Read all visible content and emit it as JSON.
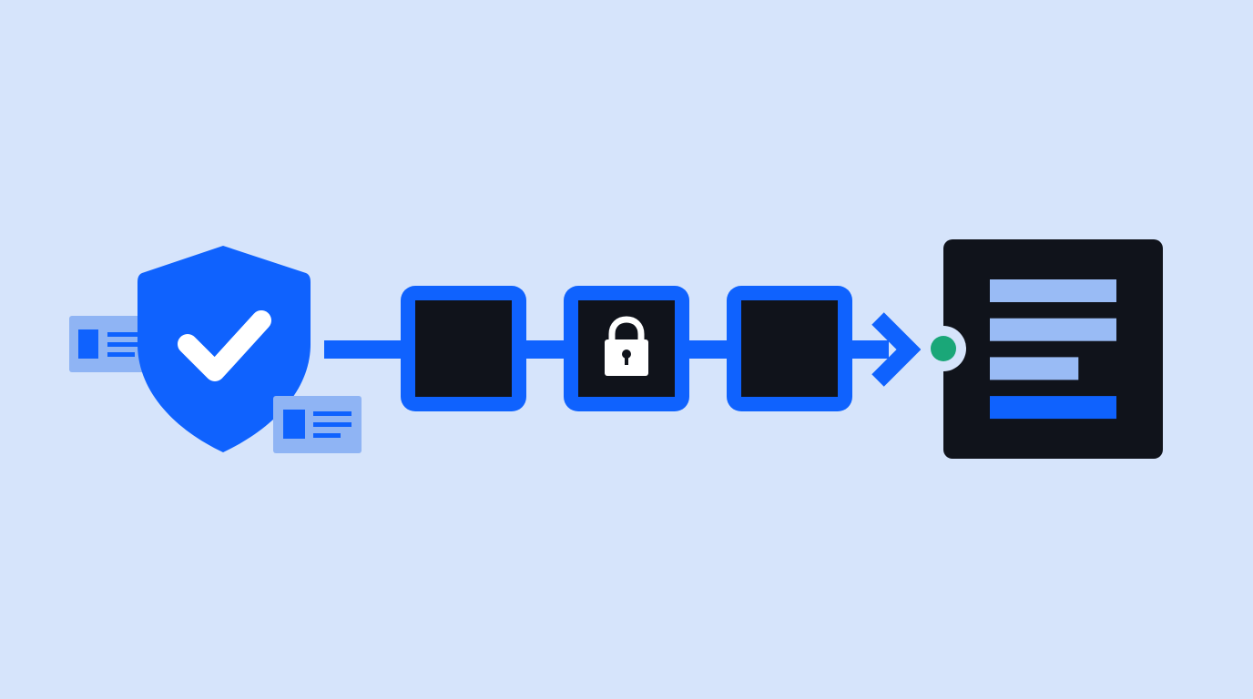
{
  "colors": {
    "background": "#d6e4fb",
    "primary_blue": "#0f62fe",
    "dark_fill": "#10131b",
    "light_blue": "#99bbf5",
    "card_blue": "#8fb4f4",
    "status_green": "#1aa778",
    "white": "#ffffff"
  },
  "icons": {
    "shield": "shield-check-icon",
    "cards": "id-card-icon",
    "lock": "padlock-icon",
    "arrow": "arrow-right-icon",
    "output": "document-lines-icon"
  },
  "diagram": {
    "stages": [
      {
        "id": "stage-1",
        "icon": null
      },
      {
        "id": "stage-2",
        "icon": "padlock-icon"
      },
      {
        "id": "stage-3",
        "icon": null
      }
    ],
    "output_lines": [
      {
        "fill": 1.0,
        "color": "#99bbf5"
      },
      {
        "fill": 1.0,
        "color": "#99bbf5"
      },
      {
        "fill": 0.7,
        "color": "#99bbf5"
      },
      {
        "fill": 1.0,
        "color": "#0f62fe"
      }
    ]
  }
}
